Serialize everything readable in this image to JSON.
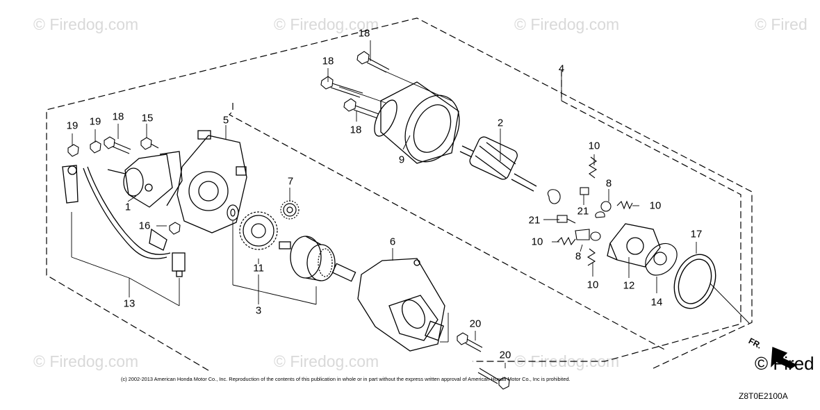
{
  "watermark": {
    "text": "© Firedog.com",
    "partial_top_right": "© Fired",
    "partial_bottom_right": "© Fired"
  },
  "callouts": {
    "c1": "1",
    "c2": "2",
    "c3": "3",
    "c4": "4",
    "c5": "5",
    "c6": "6",
    "c7": "7",
    "c8a": "8",
    "c8b": "8",
    "c9": "9",
    "c10a": "10",
    "c10b": "10",
    "c10c": "10",
    "c10d": "10",
    "c11": "11",
    "c12": "12",
    "c13": "13",
    "c14": "14",
    "c15": "15",
    "c16": "16",
    "c17": "17",
    "c18a": "18",
    "c18b": "18",
    "c18c": "18",
    "c18d": "18",
    "c19a": "19",
    "c19b": "19",
    "c20a": "20",
    "c20b": "20",
    "c21a": "21",
    "c21b": "21"
  },
  "copyright": "(c) 2002-2013 American Honda Motor Co., Inc. Reproduction of the contents of this publication in whole or in part without the express written approval of American Honda Motor Co., Inc is prohibited.",
  "diagram_code": "Z8T0E2100A",
  "fr_mark": "FR."
}
